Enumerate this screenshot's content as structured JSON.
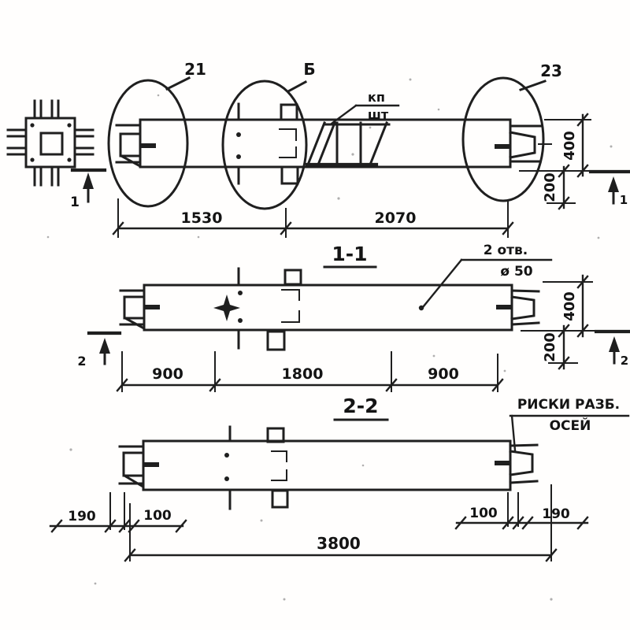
{
  "drawing": {
    "ink_color": "#1f1f1f",
    "paper_color": "#fffefd",
    "views": {
      "plan": {
        "callouts": [
          {
            "label": "21"
          },
          {
            "label": "Б"
          },
          {
            "label": "23"
          }
        ],
        "cage_note": {
          "numerator": "кп",
          "denominator": "шт"
        },
        "cut_marker": "1",
        "dims_bottom": [
          "1530",
          "2070"
        ],
        "dims_right": [
          "400",
          "200"
        ]
      },
      "section_1_1": {
        "title": "1-1",
        "holes_note": {
          "line1": "2 отв.",
          "line2": "ø 50"
        },
        "cut_marker": "2",
        "dims_bottom": [
          "900",
          "1800",
          "900"
        ],
        "dims_right": [
          "400",
          "200"
        ]
      },
      "section_2_2": {
        "title": "2-2",
        "axes_note": {
          "line1": "РИСКИ РАЗБ.",
          "line2": "ОСЕЙ"
        },
        "dims_top": [
          "190",
          "100",
          "100",
          "190"
        ],
        "dim_overall": "3800"
      }
    }
  }
}
